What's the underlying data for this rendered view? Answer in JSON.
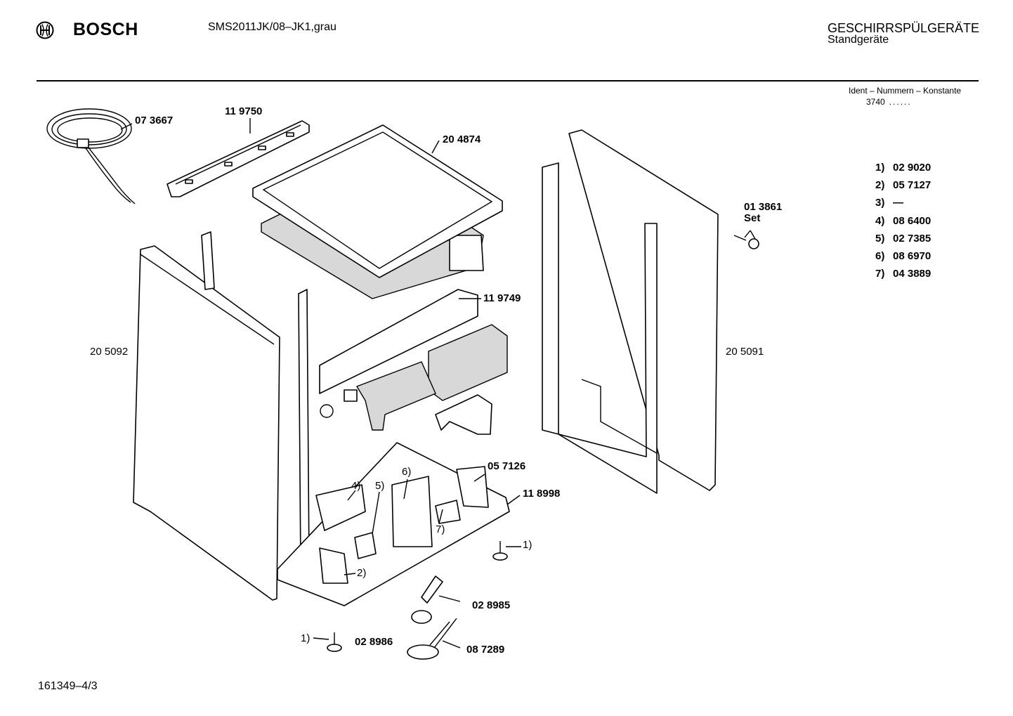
{
  "header": {
    "brand": "BOSCH",
    "model": "SMS2011JK/08–JK1,grau",
    "category": "GESCHIRRSPÜLGERÄTE",
    "subcategory": "Standgeräte"
  },
  "ident": {
    "title": "Ident – Nummern – Konstante",
    "value": "3740",
    "dots": "......"
  },
  "labels": {
    "cable": "07 3667",
    "rail_top": "11 9750",
    "top_lid": "20 4874",
    "side_left": "20 5092",
    "side_right": "20 5091",
    "screw_set_num": "01 3861",
    "screw_set_word": "Set",
    "rear_rail": "11 9749",
    "bracket_a": "05 7126",
    "base": "11 8998",
    "foot_right": "1)",
    "clip": "02 8985",
    "cap": "02 8986",
    "foot_left": "1)",
    "sump": "08 7289",
    "ref2": "2)",
    "ref4": "4)",
    "ref5": "5)",
    "ref6": "6)",
    "ref7": "7)"
  },
  "legend": [
    {
      "n": "1)",
      "v": "02 9020"
    },
    {
      "n": "2)",
      "v": "05 7127"
    },
    {
      "n": "3)",
      "v": "—"
    },
    {
      "n": "4)",
      "v": "08 6400"
    },
    {
      "n": "5)",
      "v": "02 7385"
    },
    {
      "n": "6)",
      "v": "08 6970"
    },
    {
      "n": "7)",
      "v": "04 3889"
    }
  ],
  "footer": "161349–4/3"
}
